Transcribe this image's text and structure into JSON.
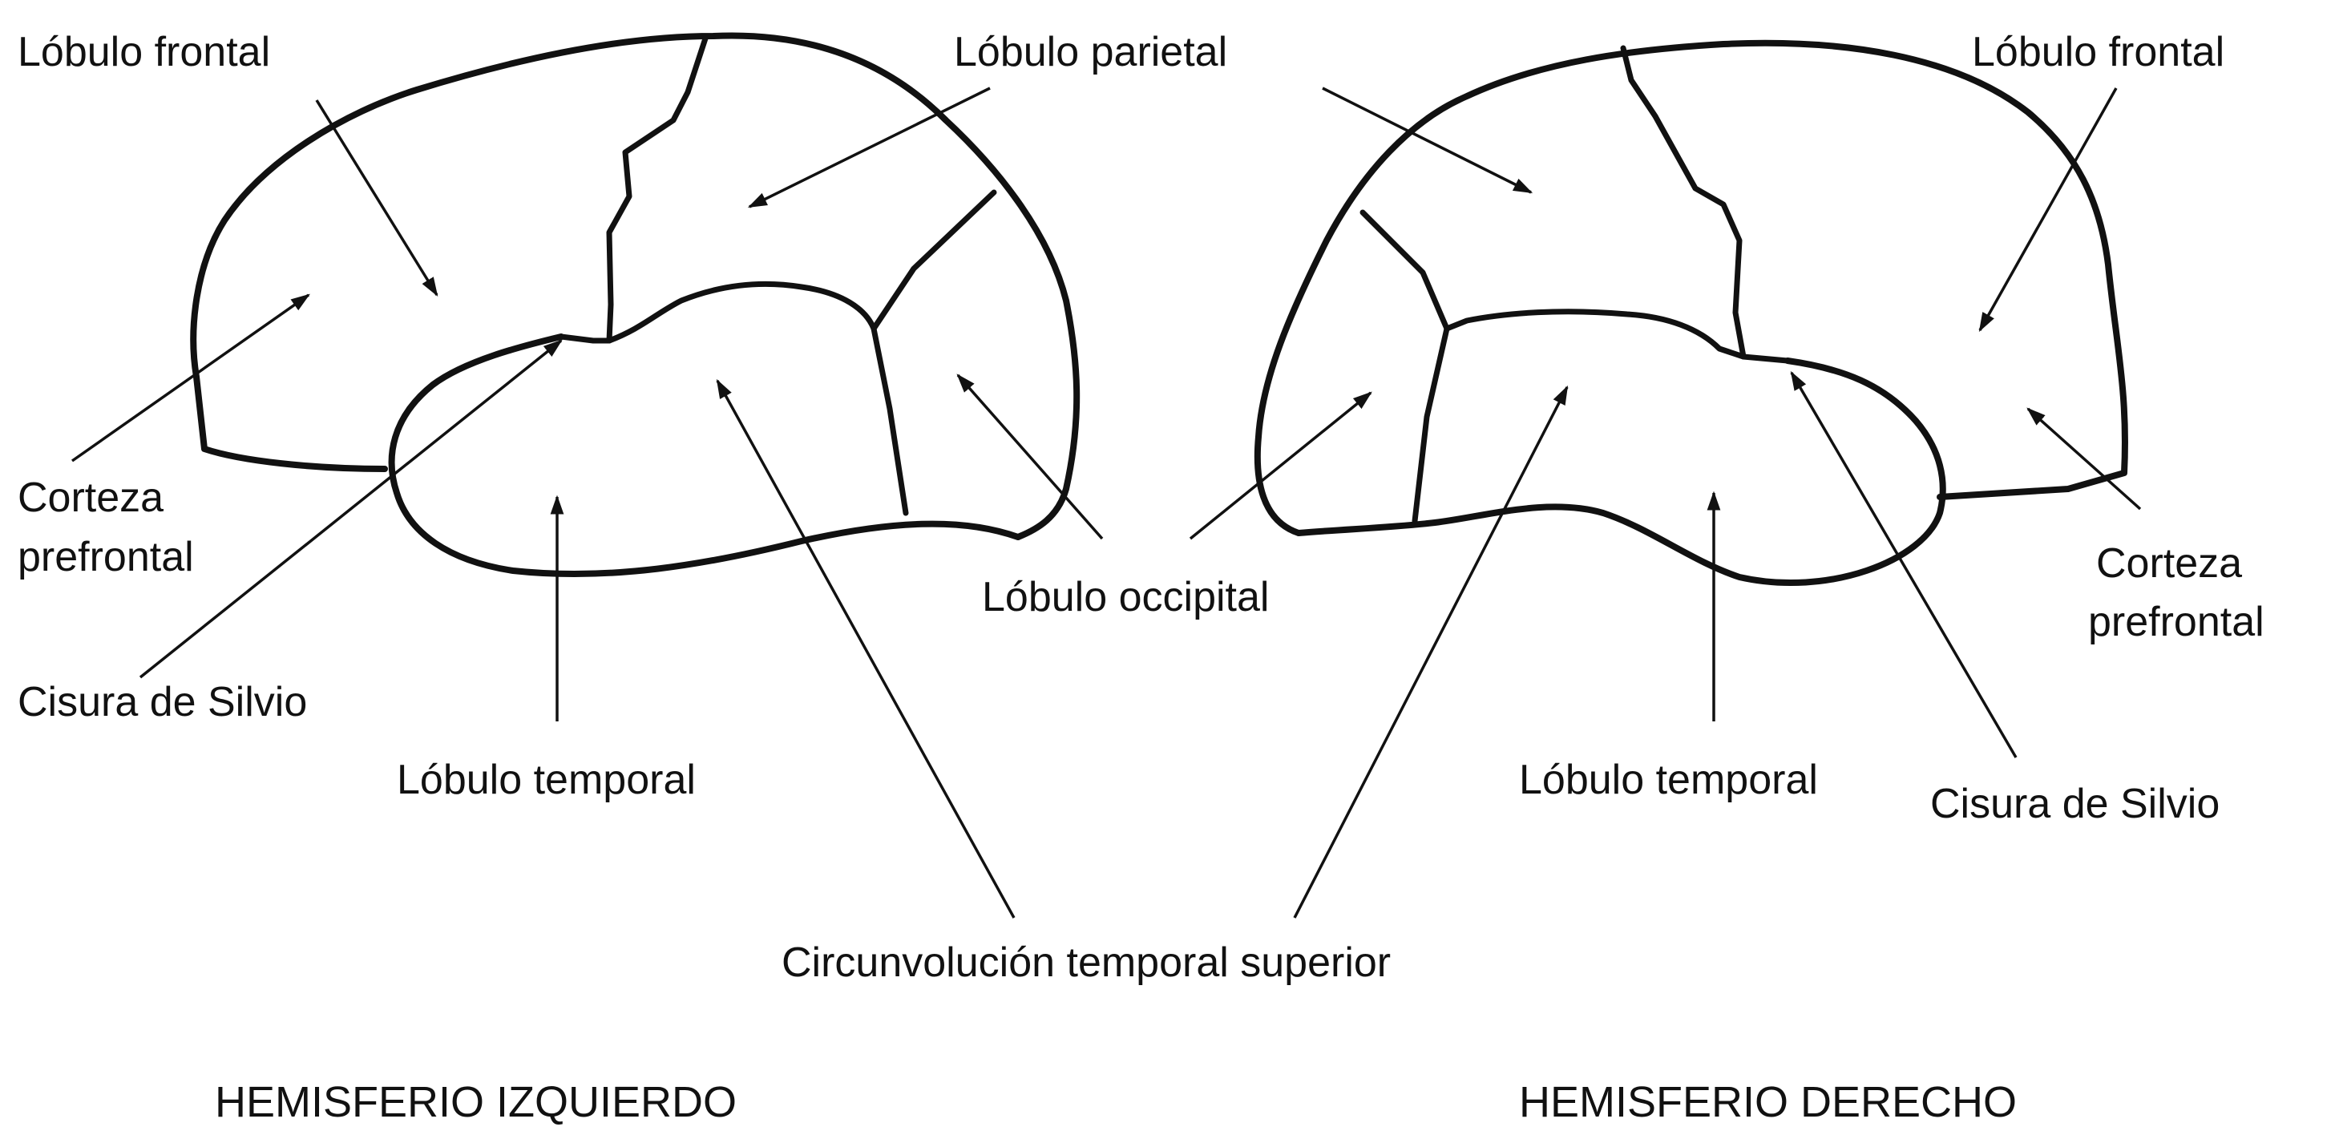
{
  "left_hemisphere": {
    "caption": "HEMISFERIO IZQUIERDO",
    "labels": {
      "frontal": "Lóbulo frontal",
      "parietal": "Lóbulo parietal",
      "prefrontal_line1": "Corteza",
      "prefrontal_line2": "prefrontal",
      "silvio": "Cisura de Silvio",
      "temporal": "Lóbulo temporal"
    }
  },
  "right_hemisphere": {
    "caption": "HEMISFERIO DERECHO",
    "labels": {
      "frontal": "Lóbulo frontal",
      "prefrontal_line1": "Corteza",
      "prefrontal_line2": "prefrontal",
      "silvio": "Cisura de Silvio",
      "temporal": "Lóbulo temporal"
    }
  },
  "shared_labels": {
    "occipital": "Lóbulo occipital",
    "superior_temporal_gyrus": "Circunvolución temporal superior"
  },
  "colors": {
    "ink": "#111111",
    "background": "#ffffff"
  }
}
